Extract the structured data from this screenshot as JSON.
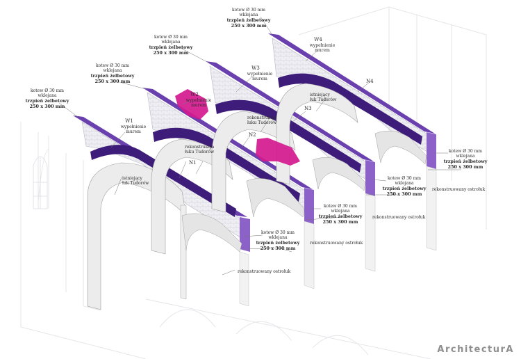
{
  "anchor_label": {
    "line1": "kotew Ø 30 mm",
    "line2": "wklejana",
    "line3": "trzpień żelbetowy",
    "line4": "250 x 300 mm"
  },
  "wall_labels": {
    "W1": {
      "id": "W1",
      "text": "wypełnienie murem"
    },
    "W2": {
      "id": "W2",
      "text": "wypełnienie murem"
    },
    "W3": {
      "id": "W3",
      "text": "wypełnienie murem"
    },
    "W4": {
      "id": "W4",
      "text": "wypełnienie murem"
    }
  },
  "n_labels": {
    "N1": "N1",
    "N2": "N2",
    "N3": "N3",
    "N4": "N4"
  },
  "arch_labels": {
    "existing_tudor": "istniejący łuk Tudorów",
    "recon_tudor": "rekonstrukcja łuku Tudorów",
    "recon_pointed": "rekonstruowany ostrołuk"
  },
  "logo": "ArchitecturA",
  "colors": {
    "band": "#6a3fae",
    "band_dark": "#3e1c7a",
    "magenta": "#d4198f",
    "masonry": "#e9e9ee",
    "pillar": "#ececec",
    "line": "#777777"
  }
}
